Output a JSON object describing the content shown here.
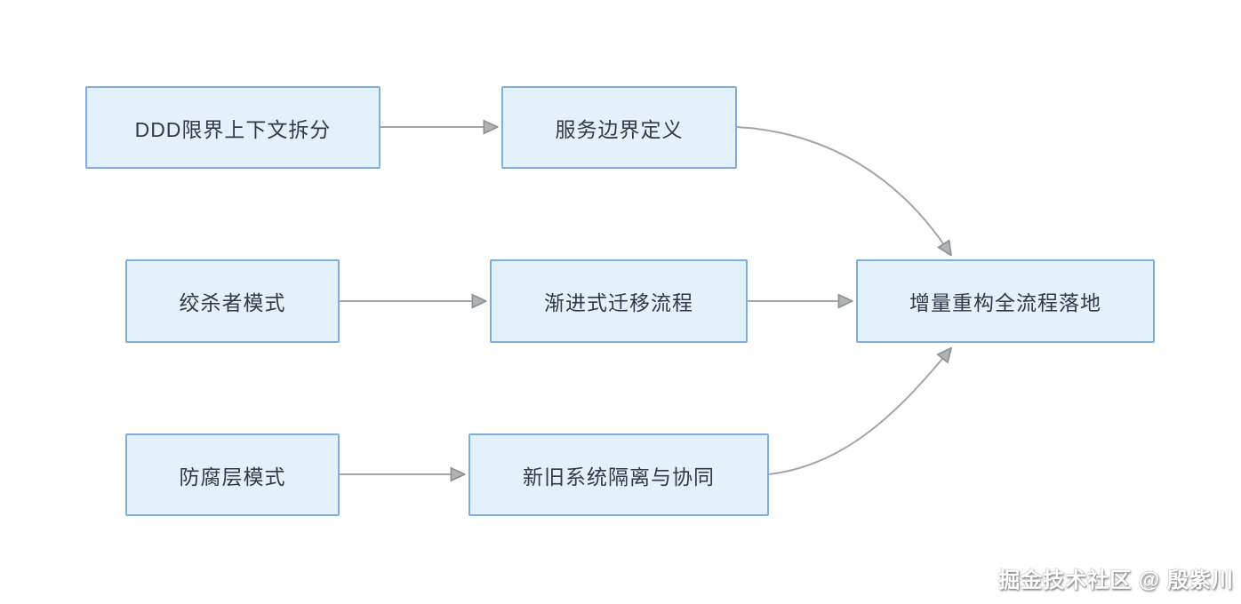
{
  "diagram": {
    "type": "flowchart",
    "nodes": [
      {
        "id": "ddd-context-split",
        "label": "DDD限界上下文拆分"
      },
      {
        "id": "service-boundary-definition",
        "label": "服务边界定义"
      },
      {
        "id": "strangler-pattern",
        "label": "绞杀者模式"
      },
      {
        "id": "progressive-migration-flow",
        "label": "渐进式迁移流程"
      },
      {
        "id": "incremental-refactor-landing",
        "label": "增量重构全流程落地"
      },
      {
        "id": "anti-corruption-layer",
        "label": "防腐层模式"
      },
      {
        "id": "old-new-system-isolation",
        "label": "新旧系统隔离与协同"
      }
    ],
    "edges": [
      {
        "from": "DDD限界上下文拆分",
        "to": "服务边界定义"
      },
      {
        "from": "服务边界定义",
        "to": "增量重构全流程落地"
      },
      {
        "from": "绞杀者模式",
        "to": "渐进式迁移流程"
      },
      {
        "from": "渐进式迁移流程",
        "to": "增量重构全流程落地"
      },
      {
        "from": "防腐层模式",
        "to": "新旧系统隔离与协同"
      },
      {
        "from": "新旧系统隔离与协同",
        "to": "增量重构全流程落地"
      }
    ],
    "colors": {
      "background": "#ffffff",
      "node_fill": "#e2f1fc",
      "node_border": "#7daedd",
      "edge": "#a3a6a8",
      "text": "#333940"
    }
  },
  "watermark": {
    "text": "掘金技术社区 @ 殷紫川"
  }
}
